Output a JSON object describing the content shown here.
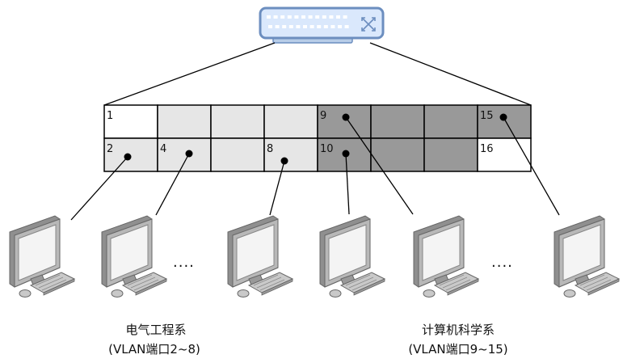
{
  "switch": {
    "icon": "network-switch-icon"
  },
  "port_panel": {
    "cells": [
      {
        "row": 0,
        "col": 0,
        "label": "1",
        "fill": "#ffffff"
      },
      {
        "row": 0,
        "col": 1,
        "label": "",
        "fill": "#e6e6e6"
      },
      {
        "row": 0,
        "col": 2,
        "label": "",
        "fill": "#e6e6e6"
      },
      {
        "row": 0,
        "col": 3,
        "label": "",
        "fill": "#e6e6e6"
      },
      {
        "row": 0,
        "col": 4,
        "label": "9",
        "fill": "#999999"
      },
      {
        "row": 0,
        "col": 5,
        "label": "",
        "fill": "#999999"
      },
      {
        "row": 0,
        "col": 6,
        "label": "",
        "fill": "#999999"
      },
      {
        "row": 0,
        "col": 7,
        "label": "15",
        "fill": "#999999"
      },
      {
        "row": 1,
        "col": 0,
        "label": "2",
        "fill": "#e6e6e6"
      },
      {
        "row": 1,
        "col": 1,
        "label": "4",
        "fill": "#e6e6e6"
      },
      {
        "row": 1,
        "col": 2,
        "label": "",
        "fill": "#e6e6e6"
      },
      {
        "row": 1,
        "col": 3,
        "label": "8",
        "fill": "#e6e6e6"
      },
      {
        "row": 1,
        "col": 4,
        "label": "10",
        "fill": "#999999"
      },
      {
        "row": 1,
        "col": 5,
        "label": "",
        "fill": "#999999"
      },
      {
        "row": 1,
        "col": 6,
        "label": "",
        "fill": "#999999"
      },
      {
        "row": 1,
        "col": 7,
        "label": "16",
        "fill": "#ffffff"
      }
    ]
  },
  "connections": [
    {
      "port": "2",
      "computer": 0
    },
    {
      "port": "4",
      "computer": 1
    },
    {
      "port": "8",
      "computer": 2
    },
    {
      "port": "10",
      "computer": 3
    },
    {
      "port": "9",
      "computer": 4
    },
    {
      "port": "15",
      "computer": 5
    }
  ],
  "computers": {
    "count": 6,
    "icon": "desktop-computer-icon"
  },
  "ellipsis": "....",
  "groups": [
    {
      "name": "电气工程系",
      "vlan": "(VLAN端口2~8)"
    },
    {
      "name": "计算机科学系",
      "vlan": "(VLAN端口9~15)"
    }
  ],
  "colors": {
    "light_vlan": "#e6e6e6",
    "dark_vlan": "#999999",
    "switch_fill": "#dae8fc",
    "switch_stroke": "#6c8ebf"
  }
}
